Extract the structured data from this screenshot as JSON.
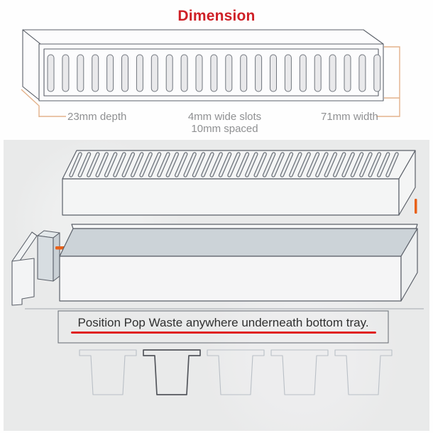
{
  "colors": {
    "title_red": "#cf2027",
    "underline_red": "#e02222",
    "dim_line_tan": "#e3b28b",
    "marker_orange": "#e8611a",
    "label_gray": "#8f9092",
    "ink": "#5b6069",
    "panel_bg": "#e9eaea"
  },
  "dimension_section": {
    "title": "Dimension",
    "depth_label": "23mm depth",
    "slots_label_line1": "4mm wide slots",
    "slots_label_line2": "10mm spaced",
    "width_label": "71mm width",
    "front_slot_count": 23
  },
  "assembly_section": {
    "grate_slot_count": 37,
    "note_text": "Position Pop Waste anywhere underneath bottom tray.",
    "pop_waste_count": 5,
    "highlighted_pop_waste_index": 2
  }
}
